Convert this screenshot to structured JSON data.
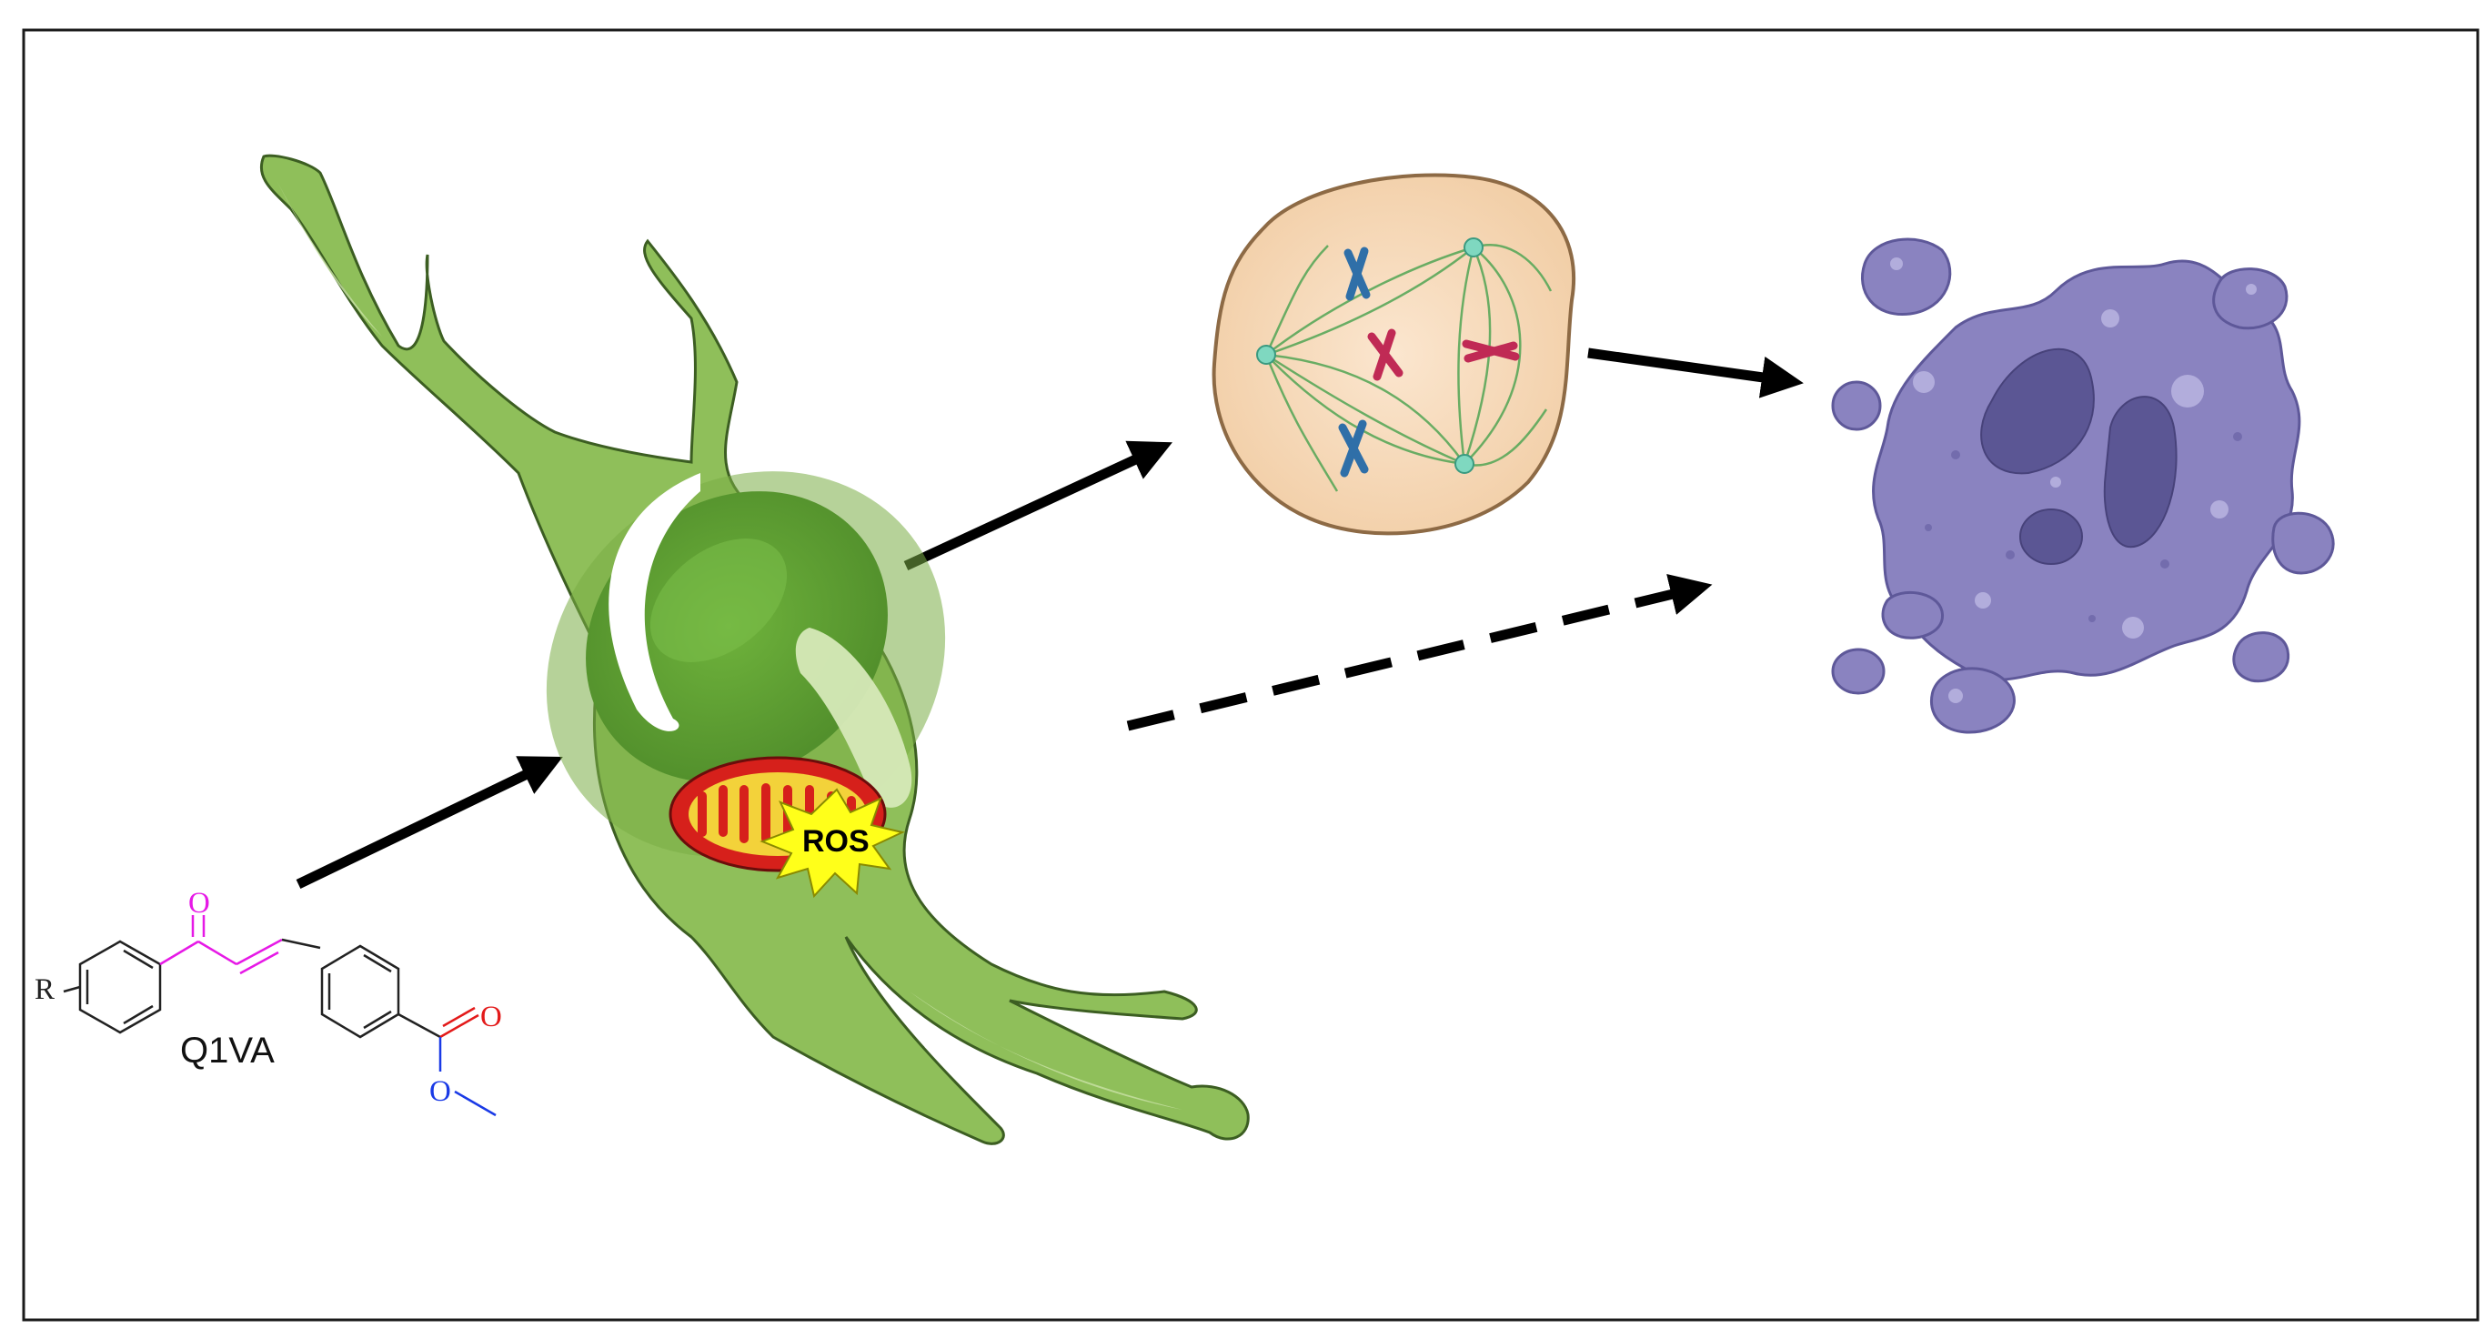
{
  "compound": {
    "name": "Q1VA",
    "atoms": {
      "r_group": "R",
      "ketone_oxygen": "O",
      "ester_carbonyl_oxygen": "O",
      "ester_ether_oxygen": "O"
    }
  },
  "mitochondrion": {
    "label": "ROS"
  },
  "colors": {
    "frame": "#1a1a1a",
    "arrow": "#000000",
    "cell_fill": "#8fbf5a",
    "cell_outline": "#3c5e22",
    "nucleus": "#5e9e32",
    "mitochondrion_fill": "#d6201b",
    "mitochondrion_inner": "#f3d23a",
    "ros_burst": "#ffff1a",
    "mitotic_cell_fill": "#f7dcbe",
    "mitotic_cell_outline": "#8d6a45",
    "spindle": "#5aa85a",
    "chromosome_blue": "#2f6fa8",
    "chromosome_red": "#c02a55",
    "apoptotic_cell_fill": "#8a83c0",
    "apoptotic_nucleus": "#5b5694",
    "enone_linker": "#e619e6",
    "ester_carbonyl": "#e31a1a",
    "ester_oxygen": "#1a3ae6"
  },
  "icons": [
    "cancer-cell-icon",
    "mitochondrion-icon",
    "ros-burst-icon",
    "mitotic-cell-icon",
    "apoptotic-cell-icon",
    "chemical-structure-icon"
  ]
}
